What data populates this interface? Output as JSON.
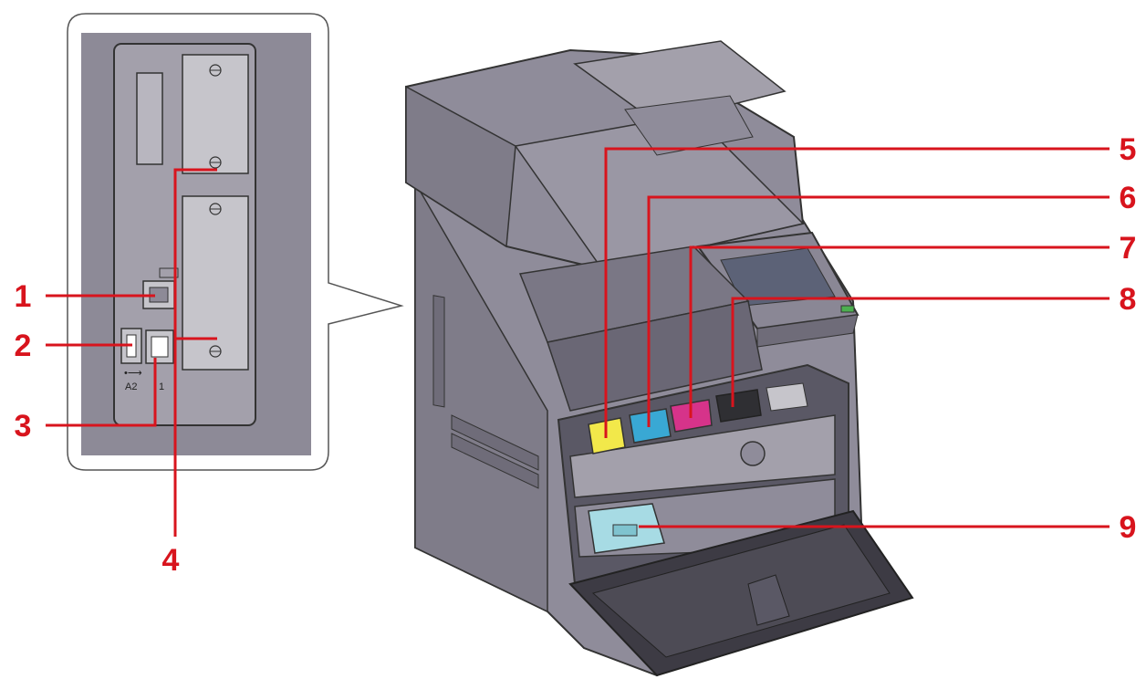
{
  "colors": {
    "callout": "#d8141d",
    "body": "#8f8c9a",
    "body_dark": "#6f6c79",
    "panel": "#8d8a97",
    "toner_yellow": "#f2e84a",
    "toner_cyan": "#39a8d4",
    "toner_magenta": "#d6338a",
    "toner_black": "#2f2f33",
    "waste_box": "#a7dbe4"
  },
  "inset": {
    "port_label_a2": "A2",
    "port_label_1": "1"
  },
  "callouts": [
    {
      "label": "1"
    },
    {
      "label": "2"
    },
    {
      "label": "3"
    },
    {
      "label": "4"
    },
    {
      "label": "5"
    },
    {
      "label": "6"
    },
    {
      "label": "7"
    },
    {
      "label": "8"
    },
    {
      "label": "9"
    }
  ]
}
